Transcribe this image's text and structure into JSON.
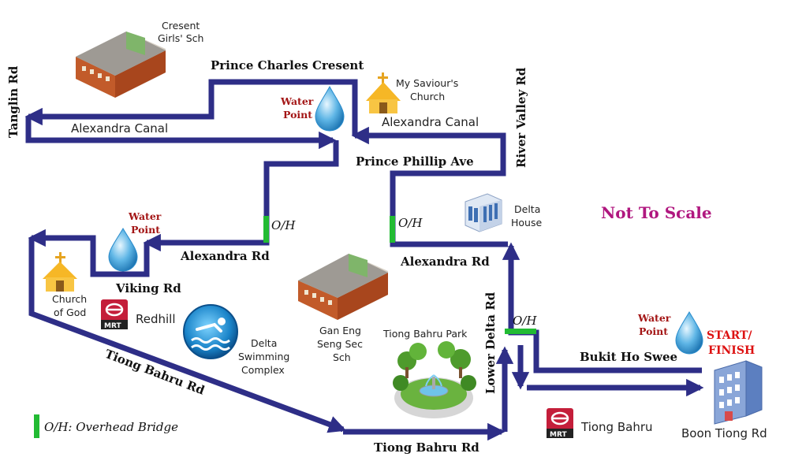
{
  "title": "Not To Scale",
  "start_finish": [
    "START/",
    "FINISH"
  ],
  "roads": {
    "tanglin": "Tanglin Rd",
    "prince_charles": "Prince Charles Cresent",
    "river_valley": "River Valley Rd",
    "prince_phillip": "Prince Phillip Ave",
    "alexandra_left": "Alexandra Rd",
    "alexandra_right": "Alexandra Rd",
    "viking": "Viking Rd",
    "tiong_bahru_diag": "Tiong Bahru Rd",
    "tiong_bahru_bottom": "Tiong Bahru Rd",
    "lower_delta": "Lower Delta Rd",
    "bukit_ho_swee": "Bukit Ho Swee",
    "boon_tiong": "Boon Tiong Rd"
  },
  "canals": [
    "Alexandra Canal",
    "Alexandra Canal"
  ],
  "places": {
    "cresent_school": [
      "Cresent",
      "Girls' Sch"
    ],
    "church_saviour": [
      "My Saviour's",
      "Church"
    ],
    "delta_house": [
      "Delta",
      "House"
    ],
    "church_god": [
      "Church",
      "of God"
    ],
    "redhill_mrt": "Redhill",
    "delta_swimming": [
      "Delta",
      "Swimming",
      "Complex"
    ],
    "gan_eng_seng": [
      "Gan Eng",
      "Seng Sec",
      "Sch"
    ],
    "tiong_bahru_park": "Tiong Bahru Park",
    "tiong_bahru_mrt": "Tiong Bahru"
  },
  "mrt_label": "MRT",
  "water_point": [
    "Water",
    "Point"
  ],
  "overhead_bridge": "O/H",
  "legend": "O/H: Overhead Bridge",
  "colors": {
    "route": "#2e2e87",
    "bridge": "#22bb33",
    "title": "#b0177f",
    "start_finish": "#dd1111",
    "water_text": "#a31515",
    "mrt": "#c41e3a"
  }
}
